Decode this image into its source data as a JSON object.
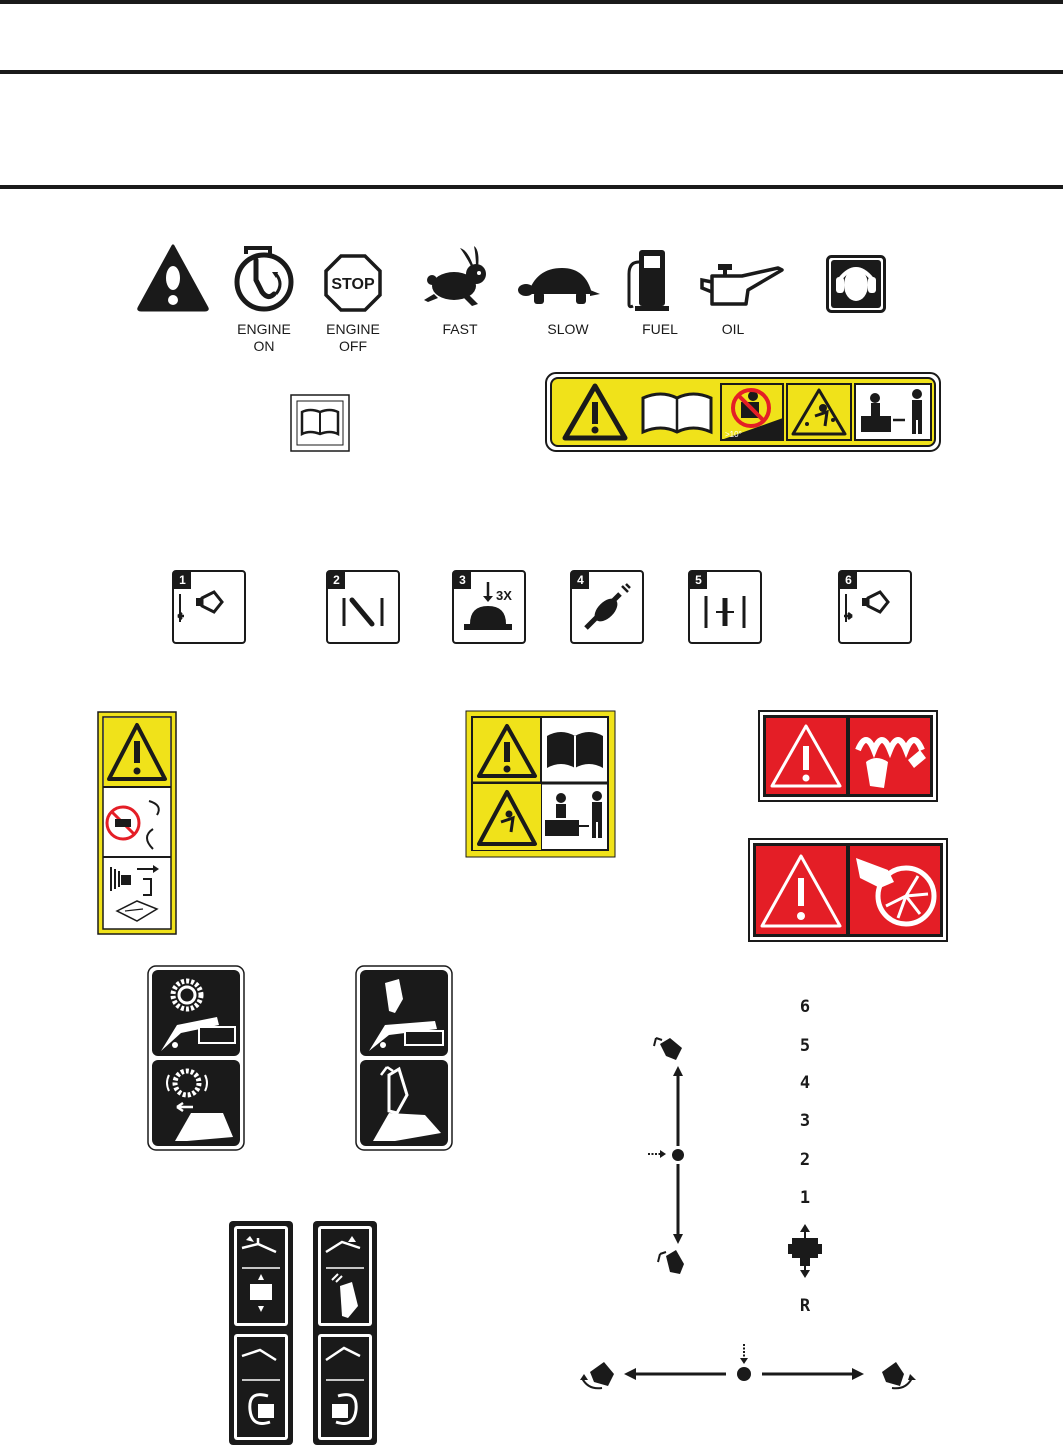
{
  "icons_row": {
    "warning": {
      "icon": "warning-triangle-icon"
    },
    "engine_on": {
      "icon": "engine-on-icon",
      "label_line1": "ENGINE",
      "label_line2": "ON"
    },
    "engine_off": {
      "icon": "stop-sign-icon",
      "sign_text": "STOP",
      "label_line1": "ENGINE",
      "label_line2": "OFF"
    },
    "fast": {
      "icon": "rabbit-icon",
      "label": "FAST"
    },
    "slow": {
      "icon": "turtle-icon",
      "label": "SLOW"
    },
    "fuel": {
      "icon": "fuel-pump-icon",
      "label": "FUEL"
    },
    "oil": {
      "icon": "oil-can-icon",
      "label": "OIL"
    },
    "ear_protection": {
      "icon": "ear-protection-icon"
    }
  },
  "manual_icon": {
    "icon": "operator-manual-icon"
  },
  "safety_decal_strip": {
    "slope_text": ">10°",
    "colors": {
      "yellow": "#f0e21a",
      "black": "#1a1a1a"
    }
  },
  "numbered_controls": [
    {
      "number": "1",
      "icon": "chute-rotate-left-icon"
    },
    {
      "number": "2",
      "icon": "lever-icon"
    },
    {
      "number": "3",
      "icon": "primer-3x-icon",
      "text": "3X"
    },
    {
      "number": "4",
      "icon": "key-icon"
    },
    {
      "number": "5",
      "icon": "choke-icon"
    },
    {
      "number": "6",
      "icon": "chute-rotate-right-icon"
    }
  ],
  "danger_decals": {
    "color_red": "#e41e26"
  },
  "speed_selector": {
    "positions": [
      "6",
      "5",
      "4",
      "3",
      "2",
      "1",
      "R"
    ]
  }
}
